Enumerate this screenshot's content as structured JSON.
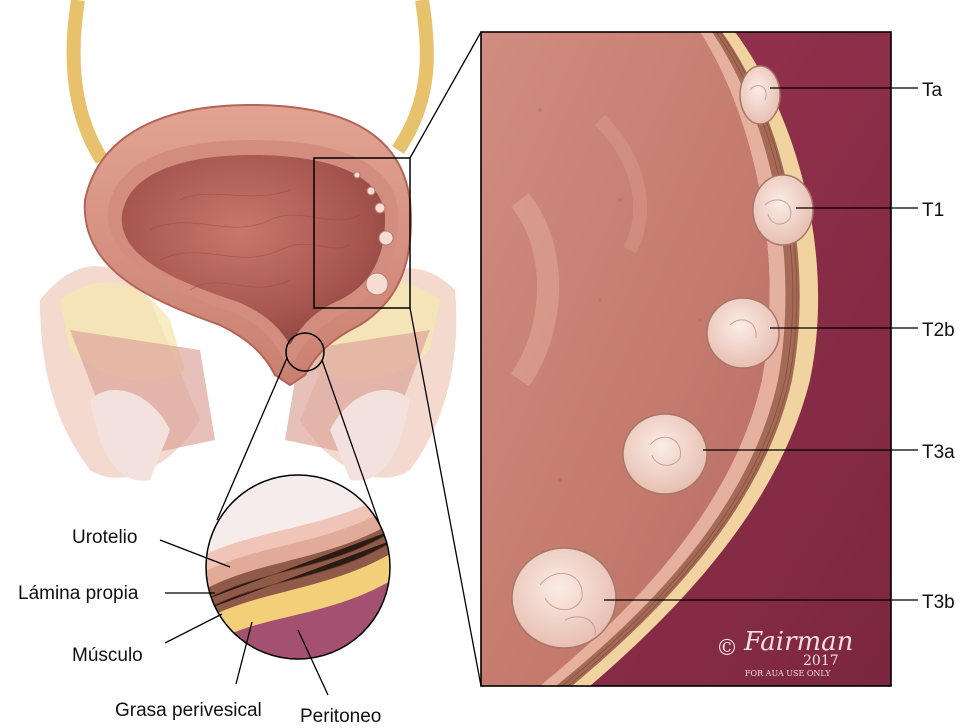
{
  "labels": {
    "ta": "Ta",
    "t1": "T1",
    "t2b": "T2b",
    "t3a": "T3a",
    "t3b": "T3b",
    "urotelio": "Urotelio",
    "lamina_propia": "Lámina propia",
    "musculo": "Músculo",
    "grasa_perivesical": "Grasa perivesical",
    "peritoneo": "Peritoneo"
  },
  "watermark": {
    "copyright": "©",
    "signature": "Fairman",
    "year": "2017",
    "note": "FOR AUA USE ONLY"
  },
  "colors": {
    "bladder_outer": "#d89a8a",
    "bladder_inner": "#b86a62",
    "mucosa": "#c98478",
    "wall_muscle": "#8a5040",
    "fat_layer": "#f1d58a",
    "perivesical_background": "#8e2d48",
    "tumor": "#f4d7cc",
    "ureter": "#e6c06a",
    "leader_lines": "#000000"
  }
}
